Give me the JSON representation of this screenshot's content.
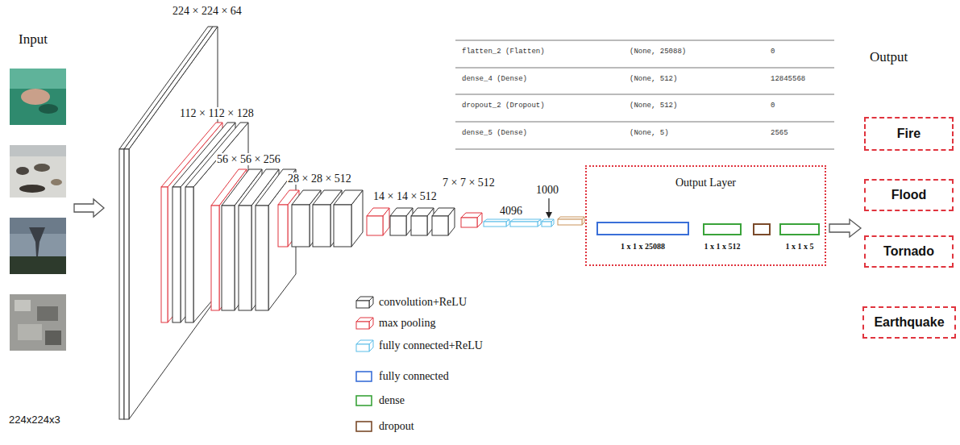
{
  "diagram": {
    "nodes": [
      {
        "text": [
          "Output Layer"
        ]
      },
      {
        "text": [
          "1 x 1 x 25088"
        ],
        "in": 0
      },
      {
        "text": [
          "1 x 1 x 512"
        ],
        "in": 0
      },
      {
        "text": [
          "1 x 1 x 5"
        ],
        "in": 0
      },
      {
        "text": [
          "Fire"
        ]
      },
      {
        "text": [
          "Flood"
        ]
      },
      {
        "text": [
          "Tornado"
        ]
      },
      {
        "text": [
          "Earthquake"
        ]
      }
    ],
    "labels": [
      "Input",
      "224 × 224 × 64",
      "112 × 112 × 128",
      "56 × 56 × 256",
      "28 × 28 × 512",
      "14 × 14 × 512",
      "7 × 7 × 512",
      "4096",
      "1000",
      "flatten_2 (Flatten)",
      "(None, 25088)",
      "0",
      "dense_4 (Dense)",
      "(None, 512)",
      "12845568",
      "dropout_2 (Dropout)",
      "(None, 512)",
      "0",
      "dense_5 (Dense)",
      "(None, 5)",
      "2565",
      "Output",
      "224x224x3"
    ],
    "legend": [
      {
        "text": "convolution+ReLU",
        "color": "#333333"
      },
      {
        "text": "max pooling",
        "color": "#e0343e"
      },
      {
        "text": "fully connected+ReLU",
        "color": "#5bbde8"
      },
      {
        "text": "fully connected",
        "color": "#3a6fd8"
      },
      {
        "text": "dense",
        "color": "#3aa33a"
      },
      {
        "text": "dropout",
        "color": "#7a4a2a"
      }
    ]
  }
}
